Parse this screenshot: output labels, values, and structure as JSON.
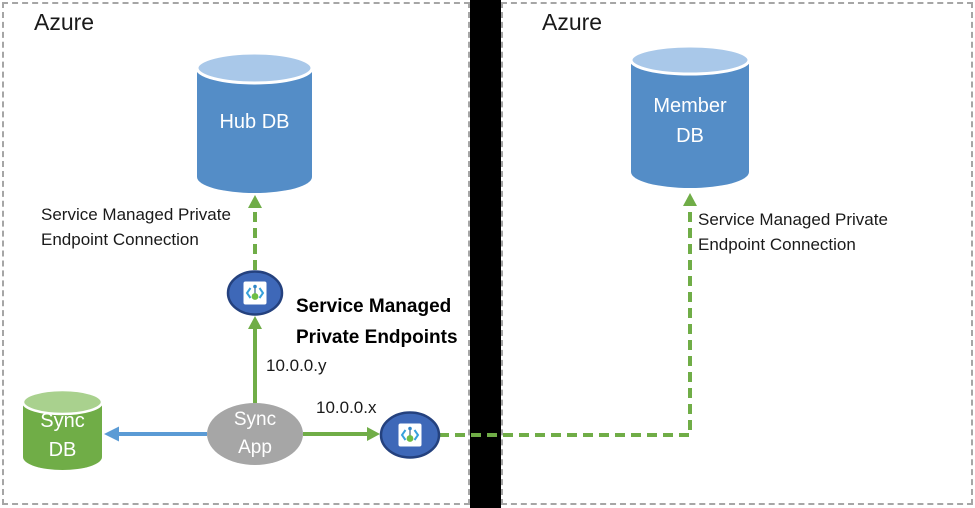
{
  "diagram": {
    "left_region": {
      "title": "Azure",
      "hub_db_label": "Hub DB",
      "sync_db_label": "Sync\nDB",
      "sync_app_label": "Sync\nApp",
      "connection_label": "Service Managed Private\nEndpoint Connection",
      "endpoints_label": "Service Managed\nPrivate Endpoints",
      "ip_label_y": "10.0.0.y",
      "ip_label_x": "10.0.0.x"
    },
    "right_region": {
      "title": "Azure",
      "member_db_label": "Member\nDB",
      "connection_label": "Service Managed Private\nEndpoint Connection"
    },
    "icons": {
      "private_endpoint": "private-endpoint-icon"
    },
    "colors": {
      "db_blue": "#548DC7",
      "db_blue_top": "#A9C8E9",
      "db_green": "#70AD47",
      "db_green_top": "#A9D18E",
      "app_gray": "#A6A6A6",
      "endpoint_ellipse_fill": "#3E68B8",
      "endpoint_ellipse_border": "#24417E",
      "arrow_green": "#70AD47",
      "arrow_blue": "#5B9BD5",
      "divider_black": "#000000",
      "region_border_gray": "#A6A6A6",
      "text_black": "#1A1A1A"
    }
  }
}
